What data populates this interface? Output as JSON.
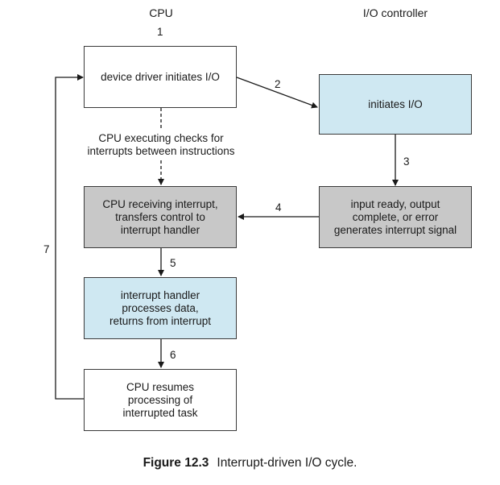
{
  "headers": {
    "cpu": "CPU",
    "io_controller": "I/O controller"
  },
  "steps": {
    "s1": "1",
    "s2": "2",
    "s3": "3",
    "s4": "4",
    "s5": "5",
    "s6": "6",
    "s7": "7"
  },
  "boxes": {
    "device_driver": "device driver initiates I/O",
    "initiates_io": "initiates I/O",
    "cpu_receiving": "CPU receiving interrupt,\ntransfers control to\ninterrupt handler",
    "input_ready": "input ready, output\ncomplete, or error\ngenerates interrupt signal",
    "handler": "interrupt handler\nprocesses data,\nreturns from interrupt",
    "cpu_resumes": "CPU resumes\nprocessing of\ninterrupted task"
  },
  "note": "CPU executing checks for\ninterrupts between instructions",
  "caption": {
    "number": "Figure 12.3",
    "title": "Interrupt-driven I/O cycle."
  },
  "colors": {
    "blue_box": "#cfe8f2",
    "gray_box": "#c8c8c8",
    "white_box": "#ffffff",
    "lines": "#1a1a1a"
  }
}
